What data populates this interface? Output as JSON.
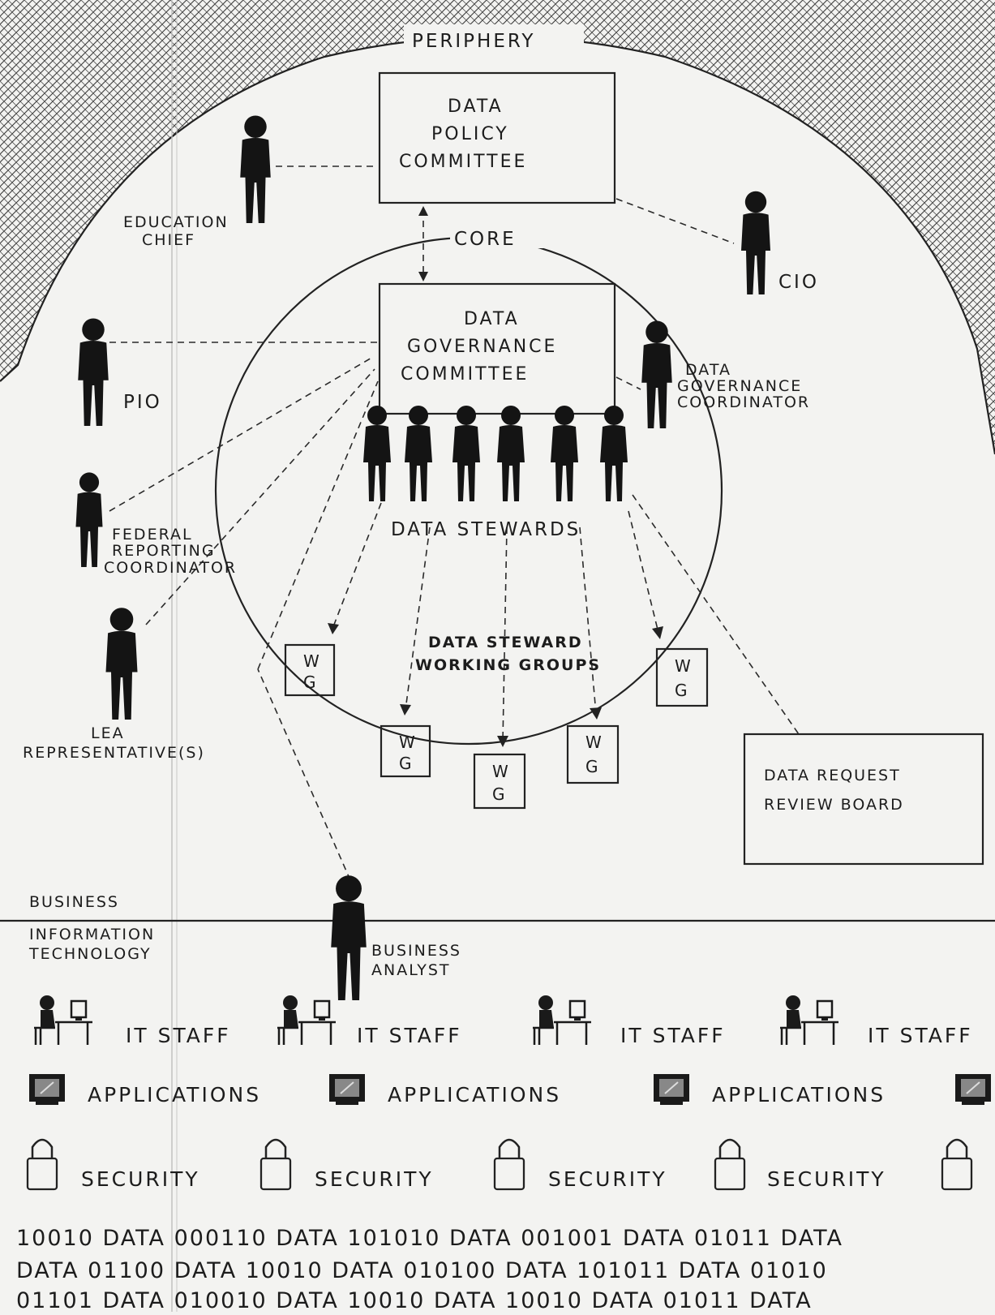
{
  "diagram": {
    "periphery_label": "PERIPHERY",
    "core_label": "CORE",
    "data_policy_committee": [
      "DATA",
      "POLICY",
      "COMMITTEE"
    ],
    "data_governance_committee": [
      "DATA",
      "GOVERNANCE",
      "COMMITTEE"
    ],
    "data_request_review_board": [
      "DATA REQUEST",
      "REVIEW BOARD"
    ],
    "people": {
      "education_chief": [
        "EDUCATION",
        "CHIEF"
      ],
      "cio": "CIO",
      "pio": "PIO",
      "data_governance_coordinator": [
        "DATA",
        "GOVERNANCE",
        "COORDINATOR"
      ],
      "federal_reporting_coordinator": [
        "FEDERAL",
        "REPORTING",
        "COORDINATOR"
      ],
      "lea_representative": [
        "LEA",
        "REPRESENTATIVE(S)"
      ],
      "business_analyst": [
        "BUSINESS",
        "ANALYST"
      ]
    },
    "data_stewards_label": "DATA STEWARDS",
    "working_groups_label": [
      "DATA STEWARD",
      "WORKING GROUPS"
    ],
    "wg_letters": [
      "W",
      "G"
    ],
    "business_label": "BUSINESS",
    "it_label": [
      "INFORMATION",
      "TECHNOLOGY"
    ],
    "it_staff_label": "IT STAFF",
    "applications_label": "APPLICATIONS",
    "security_label": "SECURITY",
    "data_lines": [
      "10010 DATA 000110 DATA 101010 DATA 001001 DATA 01011 DATA",
      "DATA 01100 DATA 10010 DATA 010100 DATA 101011 DATA 01010",
      "01101 DATA 010010 DATA 10010 DATA 10010 DATA 01011 DATA"
    ]
  }
}
